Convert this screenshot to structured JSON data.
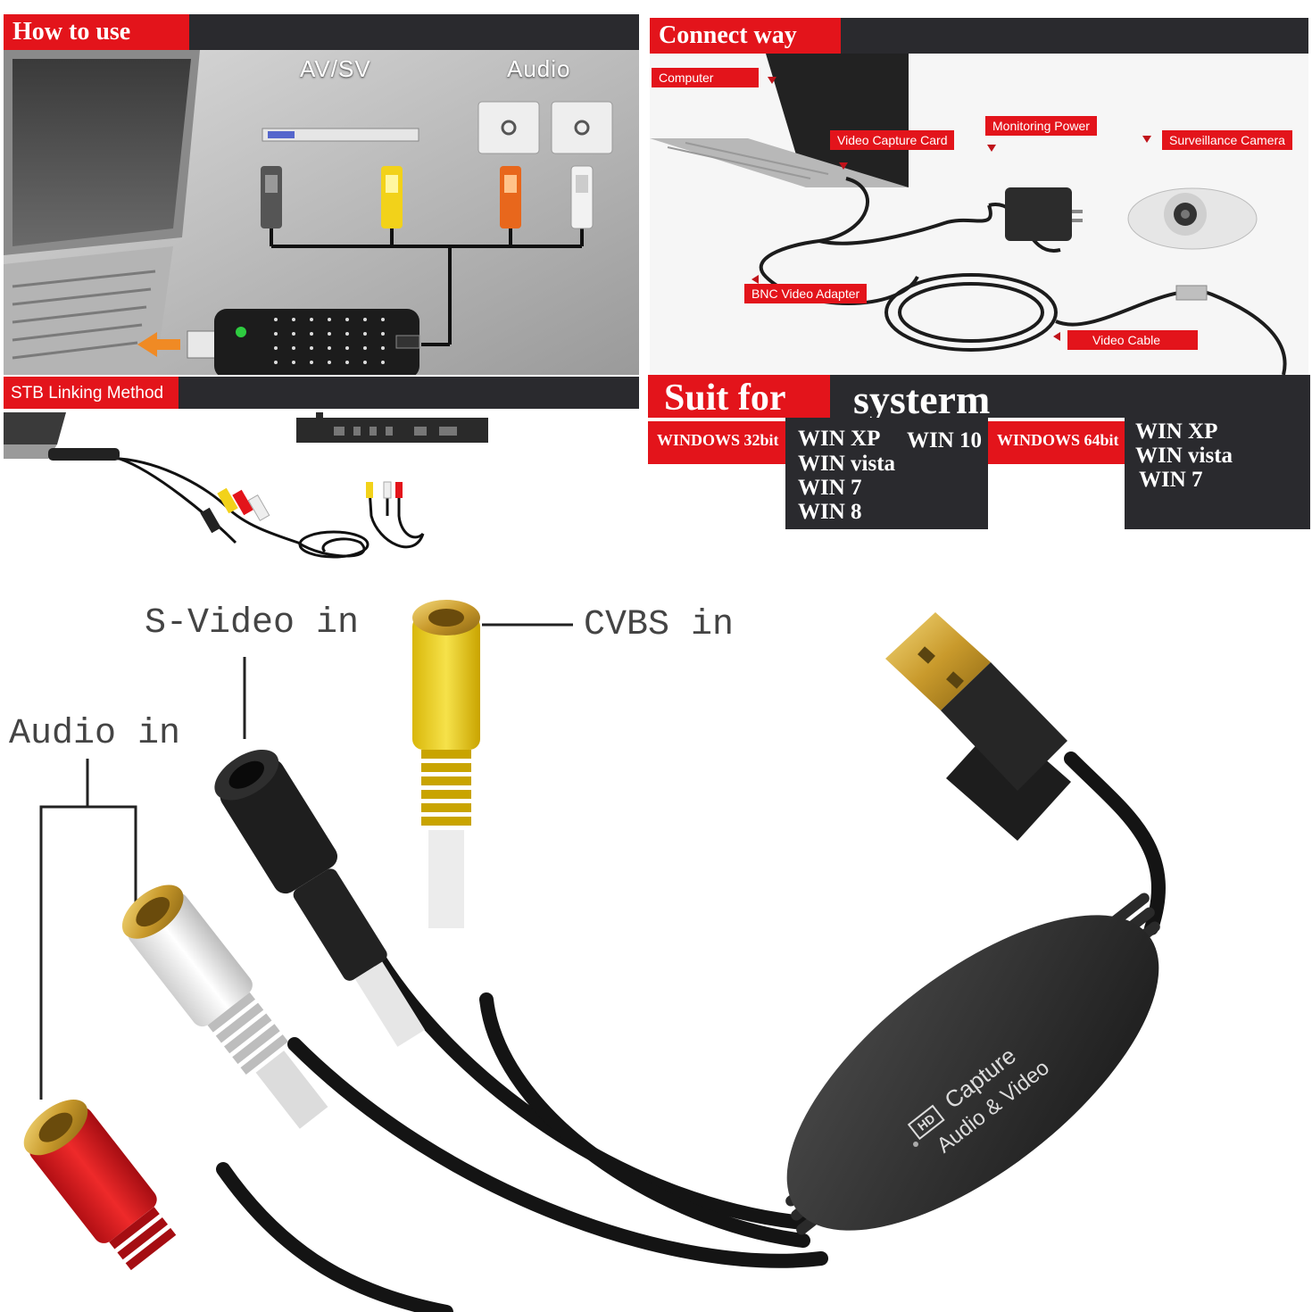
{
  "how_to_use": {
    "title": "How to use",
    "av_sv_label": "AV/SV",
    "audio_label": "Audio"
  },
  "connect_way": {
    "title": "Connect way",
    "callouts": {
      "computer": "Computer",
      "video_capture_card": "Video Capture Card",
      "monitoring_power": "Monitoring Power",
      "surveillance_camera": "Surveillance Camera",
      "bnc_video_adapter": "BNC Video Adapter",
      "video_cable": "Video Cable"
    }
  },
  "stb": {
    "title": "STB Linking Method"
  },
  "suit_for": {
    "title_left": "Suit for",
    "title_right": "systerm",
    "win32_label": "WINDOWS 32bit",
    "win64_label": "WINDOWS 64bit",
    "win10": "WIN 10",
    "os32": [
      "WIN XP",
      "WIN vista",
      "WIN 7",
      "WIN 8"
    ],
    "os64": [
      "WIN XP",
      "WIN vista",
      "WIN 7"
    ]
  },
  "product": {
    "svideo_in": "S-Video in",
    "cvbs_in": "CVBS in",
    "audio_in": "Audio in",
    "device_text_1": "Capture",
    "device_text_2": "Audio & Video",
    "device_badge": "HD"
  },
  "colors": {
    "red": "#e3141b",
    "dark": "#2a2a2e",
    "yellow": "#f2d21a",
    "white_plug": "#eeeeee",
    "black_plug": "#1e1e1e"
  }
}
